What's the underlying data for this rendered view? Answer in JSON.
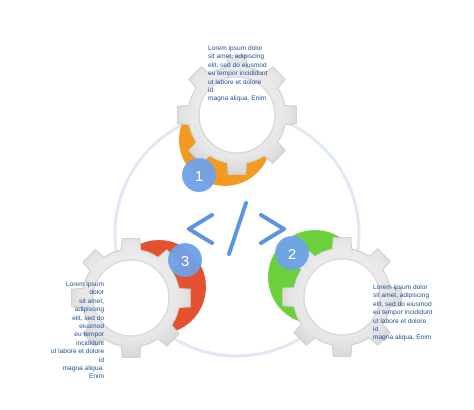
{
  "center_symbol": "</>",
  "colors": {
    "orbit": "#dfe8f4",
    "gear_fill": "#e8e8e8",
    "gear_shade": "#cfcfcf",
    "text": "#1f4f96",
    "badge": "#6fa1e8",
    "code_symbol": "#5b93e0",
    "step1_accent": "#f39a22",
    "step2_accent": "#6bd03c",
    "step3_accent": "#e4512e"
  },
  "steps": [
    {
      "number": "1",
      "accent": "#f39a22",
      "text": "Lorem ipsum dolor\nsit amet, adipiscing\nelit, sed do eiusmod\neu tempor incididunt\nut labore et dolore id\nmagna aliqua. Enim"
    },
    {
      "number": "2",
      "accent": "#6bd03c",
      "text": "Lorem ipsum dolor\nsit amet, adipiscing\nelit, sed do eiusmod\neu tempor incididunt\nut labore et dolore id\nmagna aliqua. Enim"
    },
    {
      "number": "3",
      "accent": "#e4512e",
      "text": "Lorem ipsum dolor\nsit amet, adipiscing\nelit, sed do eiusmod\neu tempor incididunt\nut labore et dolore id\nmagna aliqua. Enim"
    }
  ]
}
